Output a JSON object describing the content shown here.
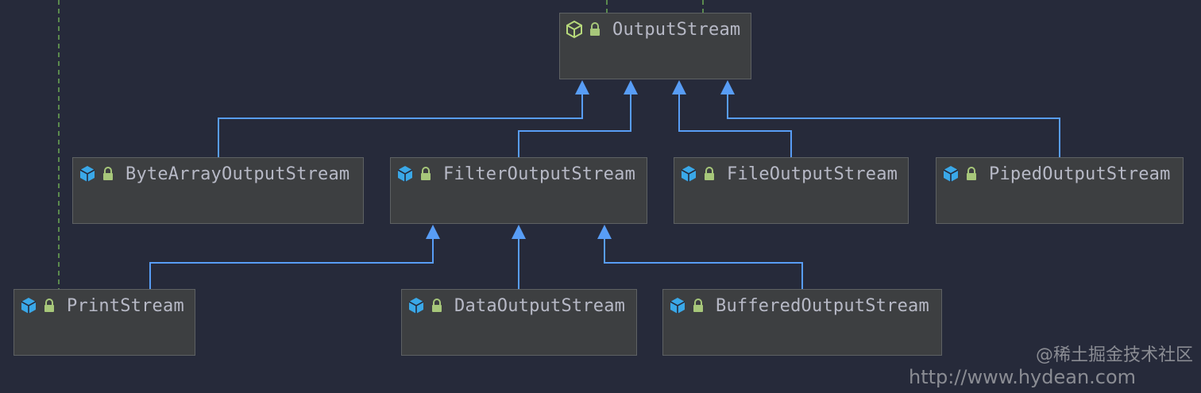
{
  "colors": {
    "background": "#262a3a",
    "node_fill": "#3d3f41",
    "node_border": "#5e6163",
    "arrow": "#589df6",
    "dashed": "#5b8a4e",
    "interface_icon": "#b7d97b",
    "class_icon": "#3aa8e8",
    "lock": "#a7c77a"
  },
  "nodes": [
    {
      "id": "OutputStream",
      "label": "OutputStream",
      "icon": "abstract-class-icon"
    },
    {
      "id": "ByteArrayOutputStream",
      "label": "ByteArrayOutputStream",
      "icon": "class-icon"
    },
    {
      "id": "FilterOutputStream",
      "label": "FilterOutputStream",
      "icon": "class-icon"
    },
    {
      "id": "FileOutputStream",
      "label": "FileOutputStream",
      "icon": "class-icon"
    },
    {
      "id": "PipedOutputStream",
      "label": "PipedOutputStream",
      "icon": "class-icon"
    },
    {
      "id": "PrintStream",
      "label": "PrintStream",
      "icon": "class-icon"
    },
    {
      "id": "DataOutputStream",
      "label": "DataOutputStream",
      "icon": "class-icon"
    },
    {
      "id": "BufferedOutputStream",
      "label": "BufferedOutputStream",
      "icon": "class-icon"
    }
  ],
  "edges": [
    {
      "from": "ByteArrayOutputStream",
      "to": "OutputStream"
    },
    {
      "from": "FilterOutputStream",
      "to": "OutputStream"
    },
    {
      "from": "FileOutputStream",
      "to": "OutputStream"
    },
    {
      "from": "PipedOutputStream",
      "to": "OutputStream"
    },
    {
      "from": "PrintStream",
      "to": "FilterOutputStream"
    },
    {
      "from": "DataOutputStream",
      "to": "FilterOutputStream"
    },
    {
      "from": "BufferedOutputStream",
      "to": "FilterOutputStream"
    }
  ],
  "watermark": {
    "line1": "@稀土掘金技术社区",
    "line2": "http://www.hydean.com"
  }
}
